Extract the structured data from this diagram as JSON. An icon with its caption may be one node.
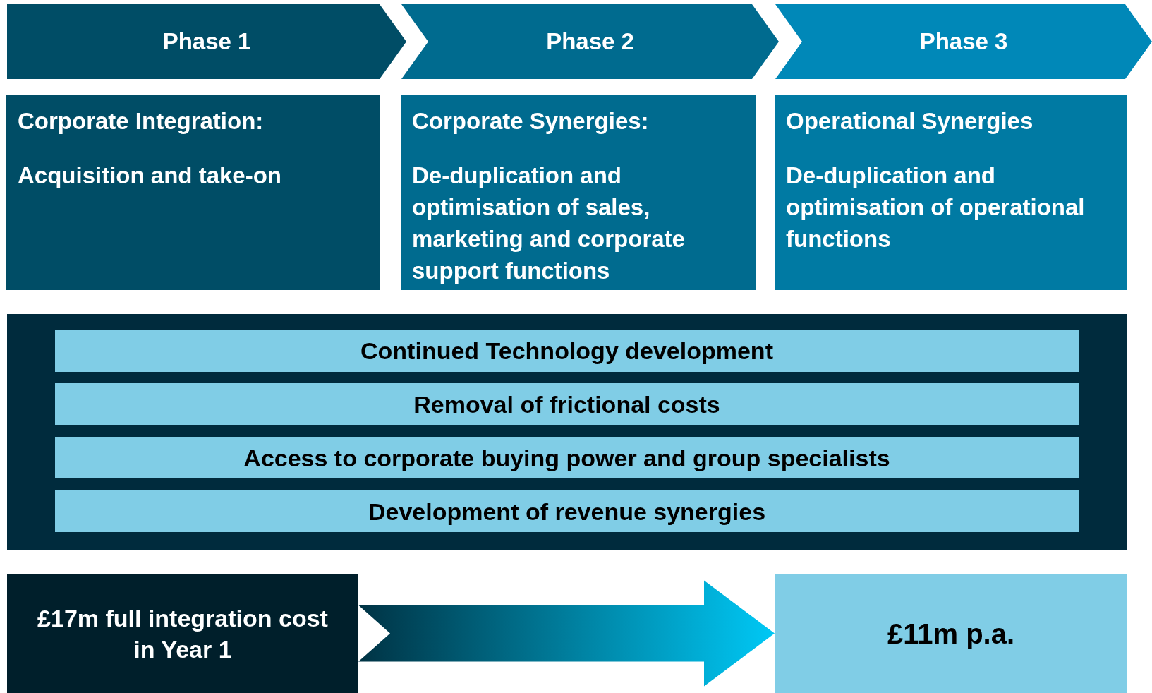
{
  "diagram": {
    "nodes": [
      {
        "text": [
          "Phase 1"
        ]
      },
      {
        "text": [
          "Phase 2"
        ]
      },
      {
        "text": [
          "Phase 3"
        ]
      },
      {
        "text": [
          "Corporate Integration:",
          "Acquisition and take-on"
        ]
      },
      {
        "text": [
          "Corporate Synergies:",
          "De-duplication and optimisation of sales, marketing and corporate support functions"
        ]
      },
      {
        "text": [
          "Operational Synergies",
          "De-duplication and optimisation of operational functions"
        ]
      },
      {
        "text": [],
        "shape": "box"
      },
      {
        "text": [
          "Continued Technology development"
        ],
        "in": 6
      },
      {
        "text": [
          "Removal of frictional costs"
        ],
        "in": 6
      },
      {
        "text": [
          "Access to corporate buying power and group specialists"
        ],
        "in": 6
      },
      {
        "text": [
          "Development of revenue synergies"
        ],
        "in": 6
      },
      {
        "text": [
          "£17m full integration cost in Year 1"
        ]
      },
      {
        "text": [
          "£11m p.a."
        ]
      }
    ],
    "edges": [
      {
        "from": 11,
        "to": 12,
        "arrow": "to"
      }
    ]
  }
}
